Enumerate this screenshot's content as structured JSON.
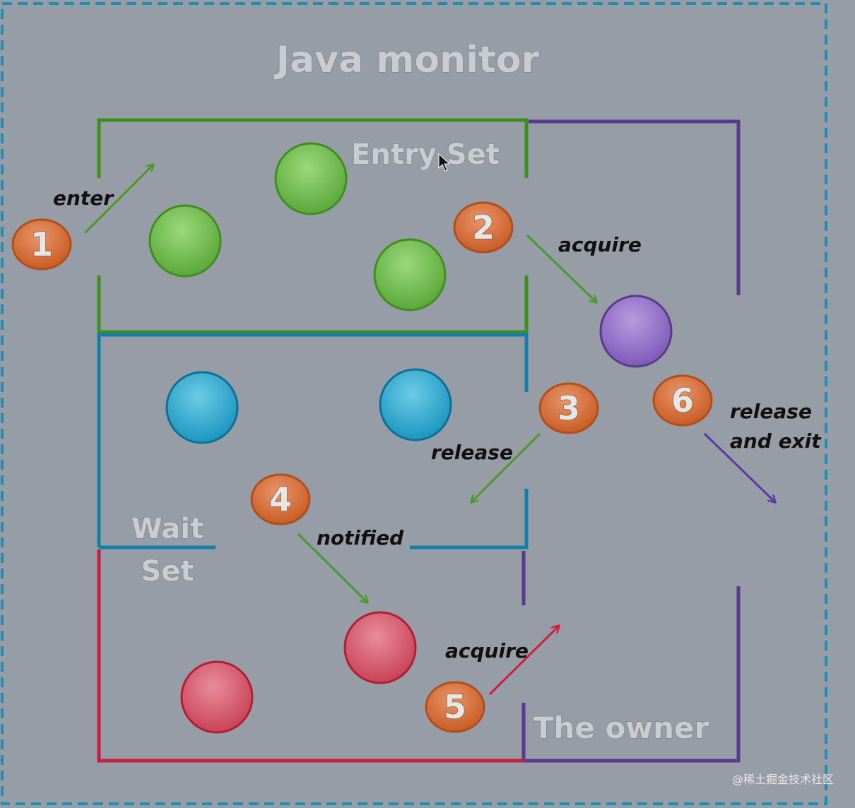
{
  "title": "Java monitor",
  "regions": {
    "entry_set": "Entry Set",
    "wait_set_line1": "Wait",
    "wait_set_line2": "Set",
    "owner": "The owner"
  },
  "steps": [
    {
      "num": "1",
      "label": "enter"
    },
    {
      "num": "2",
      "label": "acquire"
    },
    {
      "num": "3",
      "label": "release"
    },
    {
      "num": "4",
      "label": "notified"
    },
    {
      "num": "5",
      "label": "acquire"
    },
    {
      "num": "6",
      "label_line1": "release",
      "label_line2": "and exit"
    }
  ],
  "watermark": "@稀土掘金技术社区",
  "colors": {
    "background": "#979da7",
    "outer_border": "#1d8fb0",
    "entry_set": "#3f8f1f",
    "wait_set": "#137fa6",
    "owner": "#5a3a8c",
    "wait_bottom": "#c0203c",
    "step_circle": "#d9703a",
    "green_ball": "#6cc04a",
    "blue_ball": "#24a8d0",
    "purple_ball": "#9370c8",
    "red_ball": "#e05a6e",
    "green_arrow": "#4a9a2a",
    "red_arrow": "#d01e3a",
    "purple_arrow": "#5a3a9c"
  }
}
